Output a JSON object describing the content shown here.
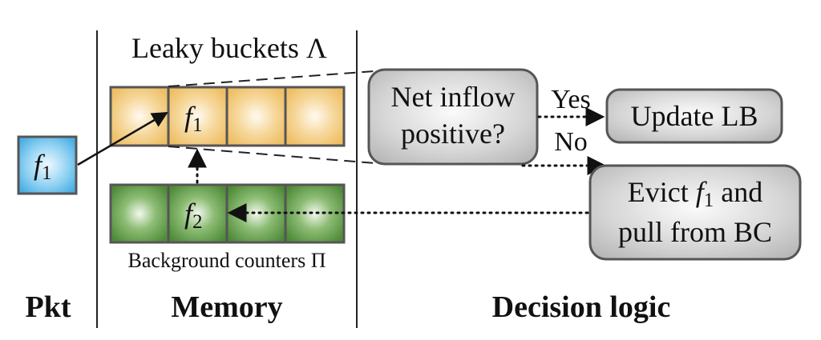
{
  "sections": {
    "pkt": "Pkt",
    "memory": "Memory",
    "decision": "Decision logic"
  },
  "memory": {
    "lb_title": "Leaky buckets Λ",
    "bc_title": "Background counters Π",
    "lb_cell_flow": "f",
    "lb_cell_sub": "1",
    "bc_cell_flow": "f",
    "bc_cell_sub": "2"
  },
  "packet": {
    "flow": "f",
    "sub": "1"
  },
  "decision": {
    "question_line1": "Net inflow",
    "question_line2": "positive?",
    "yes_label": "Yes",
    "no_label": "No",
    "update_label": "Update LB",
    "evict_line1_pre": "Evict ",
    "evict_flow": "f",
    "evict_sub": "1",
    "evict_line1_post": " and",
    "evict_line2": "pull from BC"
  },
  "colors": {
    "lb_fill": "#f2c877",
    "bc_fill": "#5e9a45",
    "pkt_fill": "#5ab8e8",
    "box_fill": "#c4c4c4"
  }
}
